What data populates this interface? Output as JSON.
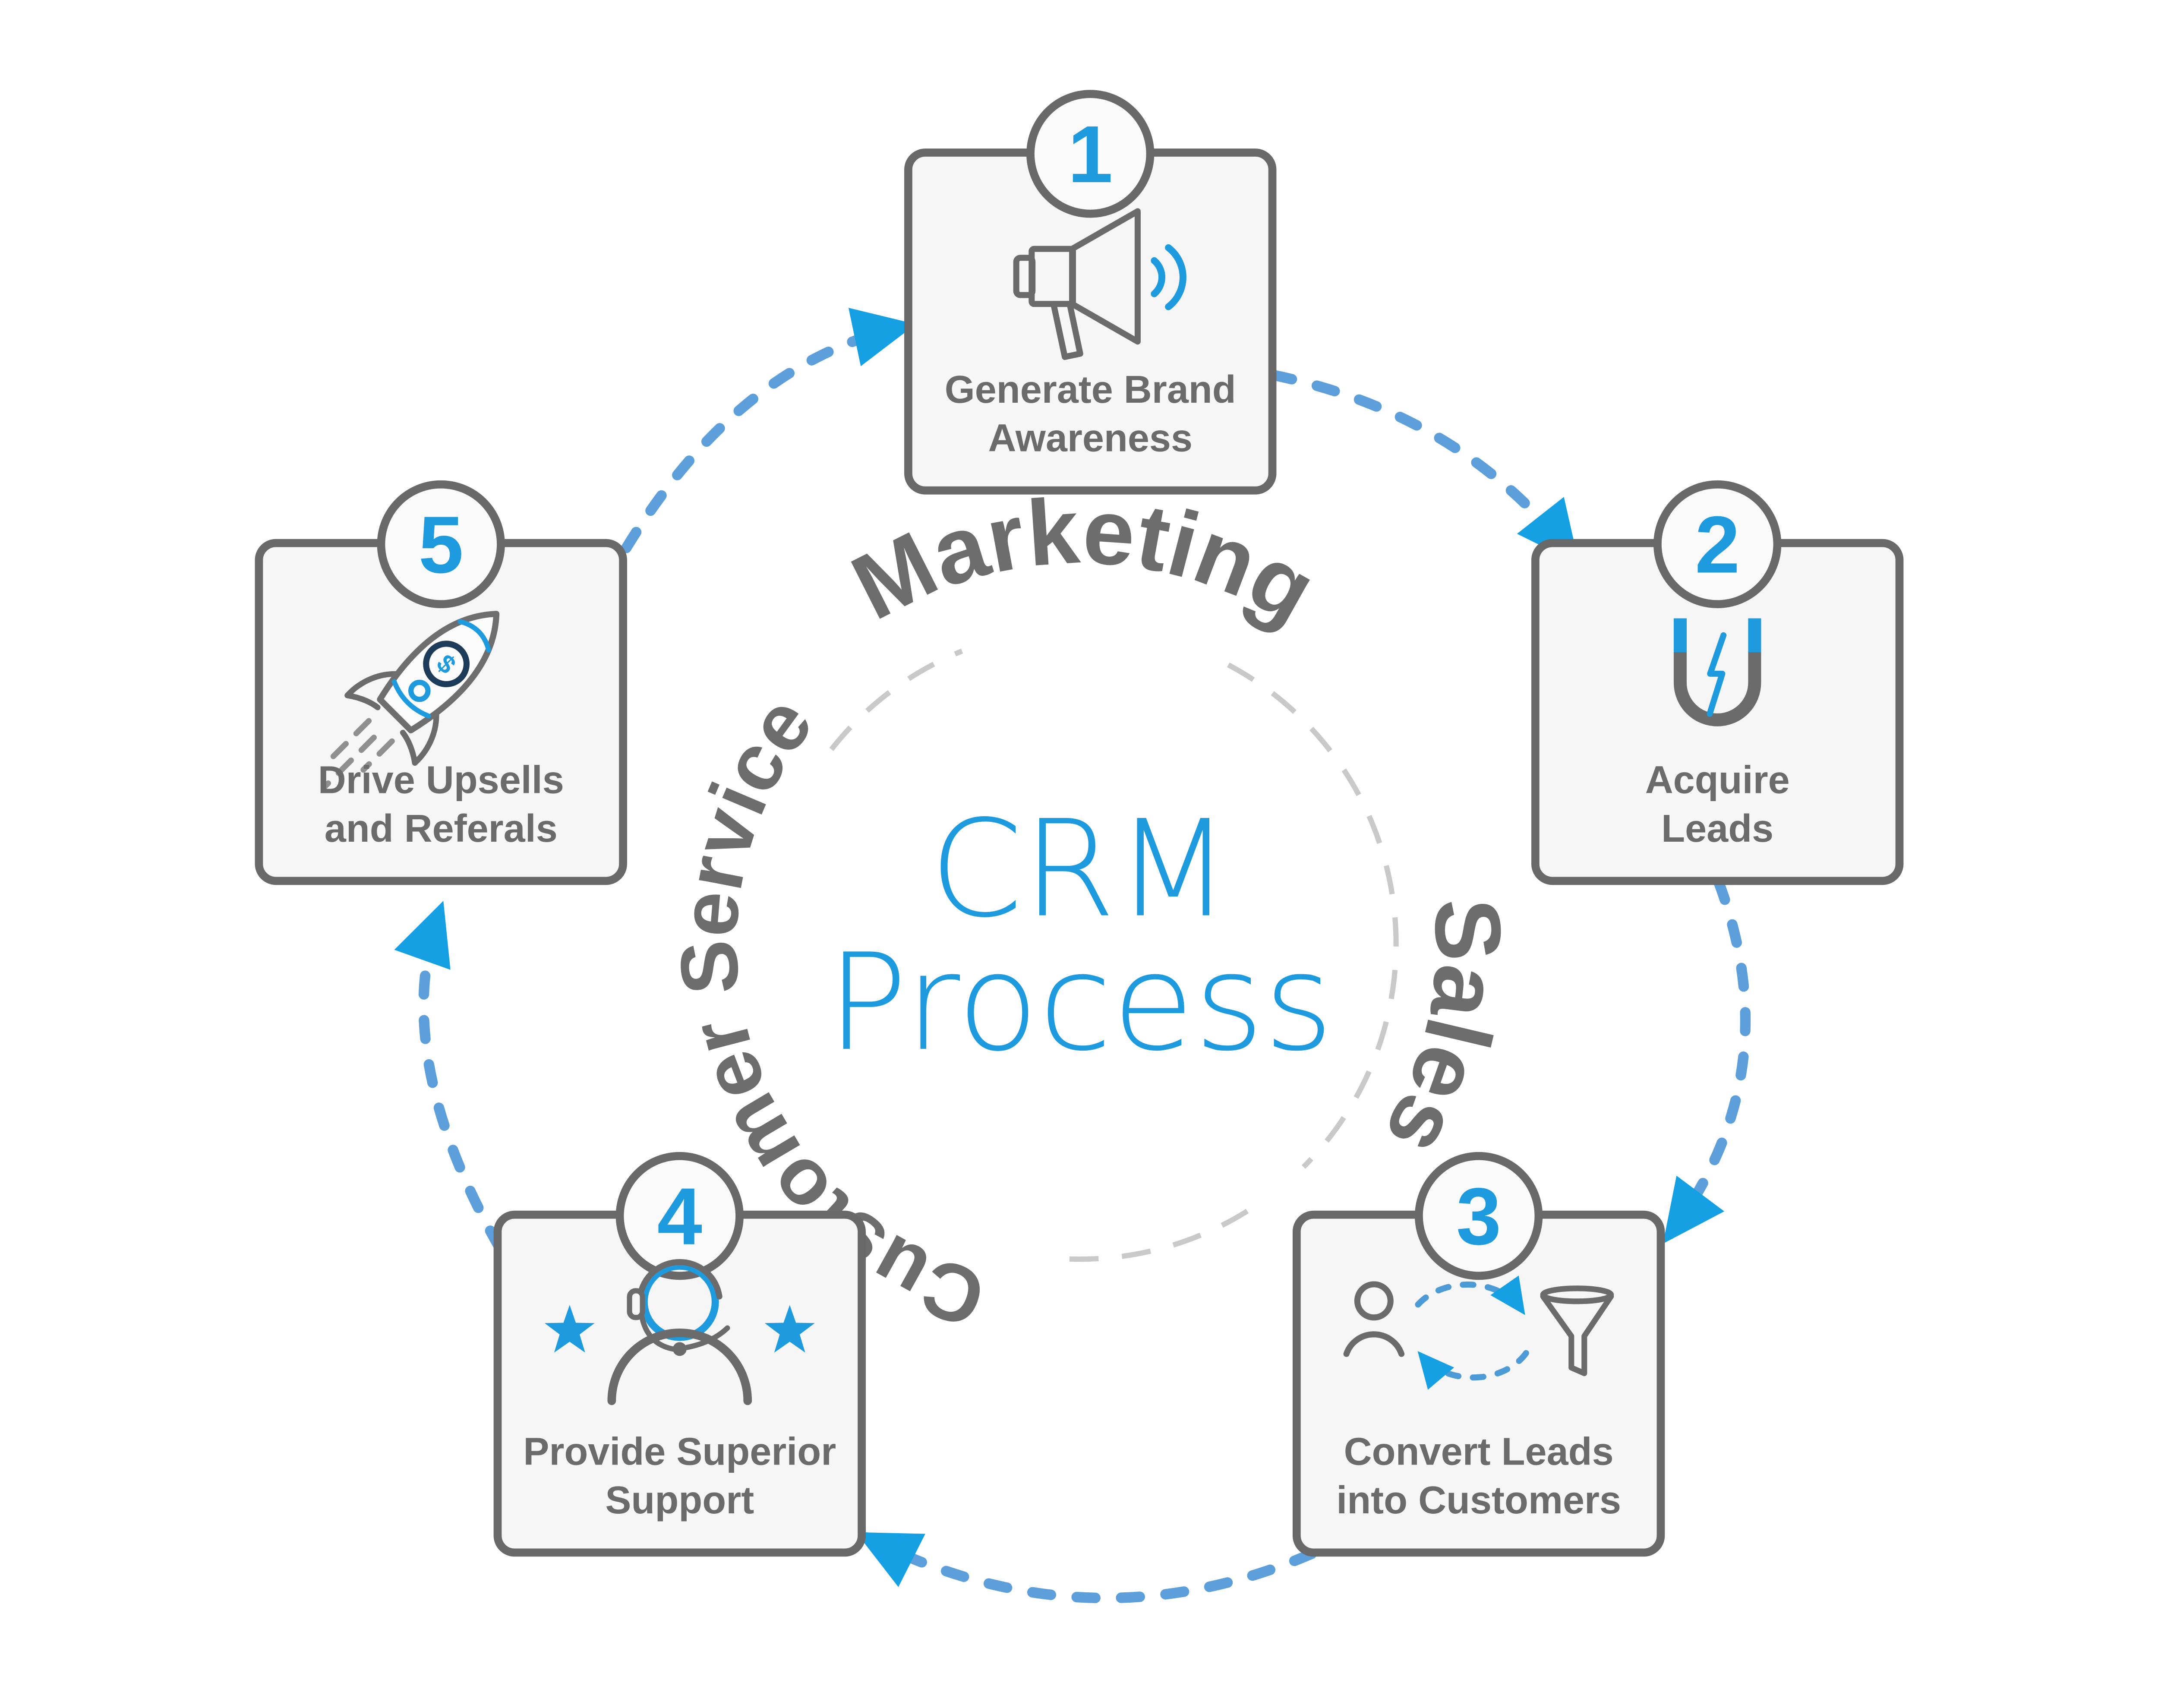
{
  "center": {
    "line1": "CRM",
    "line2": "Process"
  },
  "ring_labels": {
    "marketing": "Marketing",
    "sales": "Sales",
    "customer_service": "Customer Service"
  },
  "steps": [
    {
      "number": "1",
      "line1": "Generate Brand",
      "line2": "Awareness",
      "icon": "megaphone-icon"
    },
    {
      "number": "2",
      "line1": "Acquire",
      "line2": "Leads",
      "icon": "magnet-icon"
    },
    {
      "number": "3",
      "line1": "Convert Leads",
      "line2": "into Customers",
      "icon": "lead-conversion-icon"
    },
    {
      "number": "4",
      "line1": "Provide Superior",
      "line2": "Support",
      "icon": "support-agent-icon"
    },
    {
      "number": "5",
      "line1": "Drive Upsells",
      "line2": "and Referals",
      "icon": "rocket-icon",
      "symbol": "$"
    }
  ],
  "colors": {
    "accent_blue": "#1e9ade",
    "dash_blue": "#5d9fdb",
    "arrowhead_blue": "#14a0e2",
    "outline_gray": "#696969",
    "text_gray": "#6b6b6b",
    "ring_dash_gray": "#c9c9c9",
    "navy": "#1d3c59",
    "box_fill": "#f6f6f6",
    "background": "#ffffff"
  }
}
